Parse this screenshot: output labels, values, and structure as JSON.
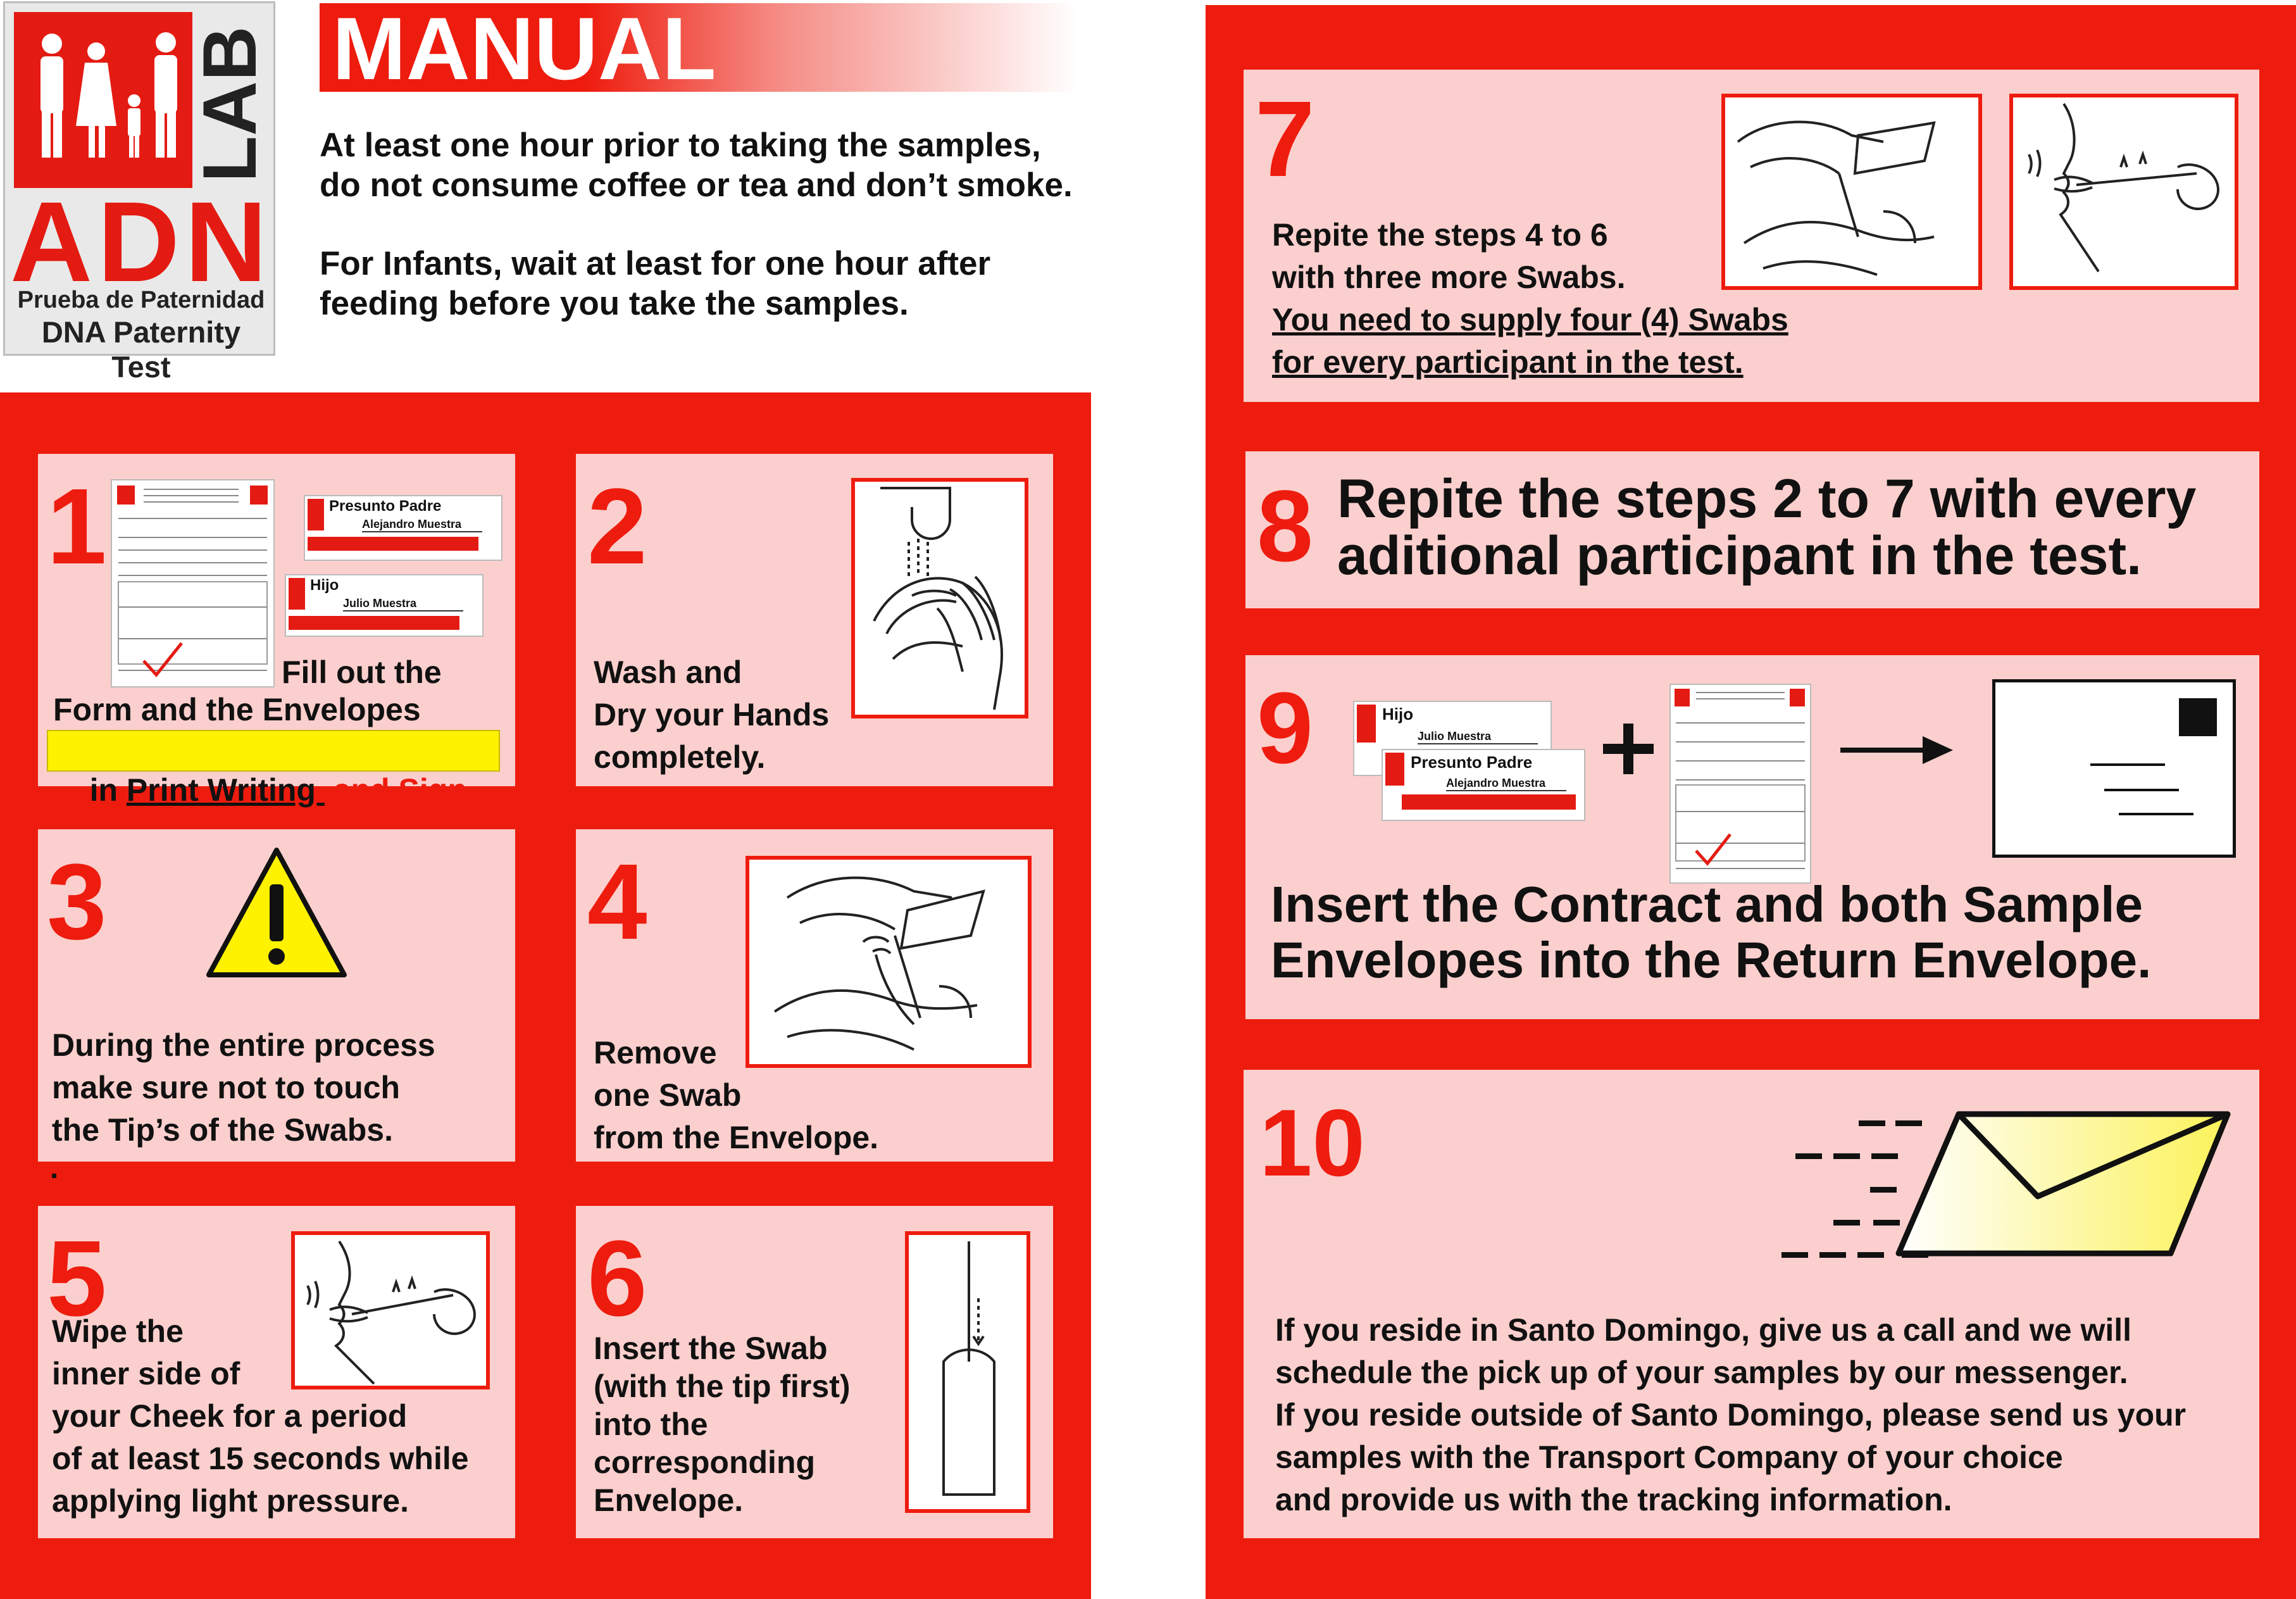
{
  "logo": {
    "letters_lab": "LAB",
    "letters_adn": "ADN",
    "line1": "Prueba de Paternidad",
    "line2": "DNA Paternity Test"
  },
  "header": {
    "title": "MANUAL",
    "intro1": "At least one hour prior to taking the samples,\ndo not consume coffee or tea and don’t smoke.",
    "intro2": "For Infants, wait at least for one hour after\nfeeding before you take the samples."
  },
  "steps": {
    "s1": {
      "num": "1",
      "text_a": "Fill out the",
      "text_b": "Form and the Envelopes",
      "hl_in": "in ",
      "hl_print": "Print Writing ",
      "hl_sign": " and Sign.",
      "env1_title": "Presunto Padre",
      "env1_name": "Alejandro  Muestra",
      "env2_title": "Hijo",
      "env2_name": "Julio  Muestra"
    },
    "s2": {
      "num": "2",
      "text": "Wash and\nDry your Hands\ncompletely."
    },
    "s3": {
      "num": "3",
      "text": "During the entire process\nmake sure not to touch\nthe Tip’s of the Swabs."
    },
    "s4": {
      "num": "4",
      "text": "Remove\none Swab\nfrom the Envelope."
    },
    "s5": {
      "num": "5",
      "text_a": "Wipe the\ninner side of",
      "text_b": "your Cheek for a period\nof at least 15 seconds while\napplying light pressure."
    },
    "s6": {
      "num": "6",
      "text": "Insert the Swab\n(with the tip first)\ninto the\ncorresponding\nEnvelope."
    },
    "s7": {
      "num": "7",
      "text": "Repite the steps 4 to 6\nwith three more Swabs.",
      "underline": "You need to supply four (4) Swabs\nfor every participant in the test."
    },
    "s8": {
      "num": "8",
      "text": "Repite the steps 2 to 7 with every\naditional participant in the test."
    },
    "s9": {
      "num": "9",
      "text": "Insert the Contract and both Sample\nEnvelopes into the Return Envelope.",
      "env1_title": "Hijo",
      "env1_name": "Julio  Muestra",
      "env2_title": "Presunto Padre",
      "env2_name": "Alejandro  Muestra"
    },
    "s10": {
      "num": "10",
      "text": "If you reside in Santo Domingo, give us a call and we will\nschedule the pick up of your samples by our messenger.\nIf you reside outside of  Santo Domingo, please send us your\nsamples with the Transport Company of your choice\nand provide us with the tracking information."
    }
  },
  "colors": {
    "red": "#ee1c0e",
    "pink": "#fbcfcd",
    "yellow": "#fff200",
    "envelope_yellow": "#fbf25a"
  },
  "icons": [
    "warning-icon",
    "plus-icon",
    "arrow-right-icon",
    "mail-envelope-icon"
  ]
}
